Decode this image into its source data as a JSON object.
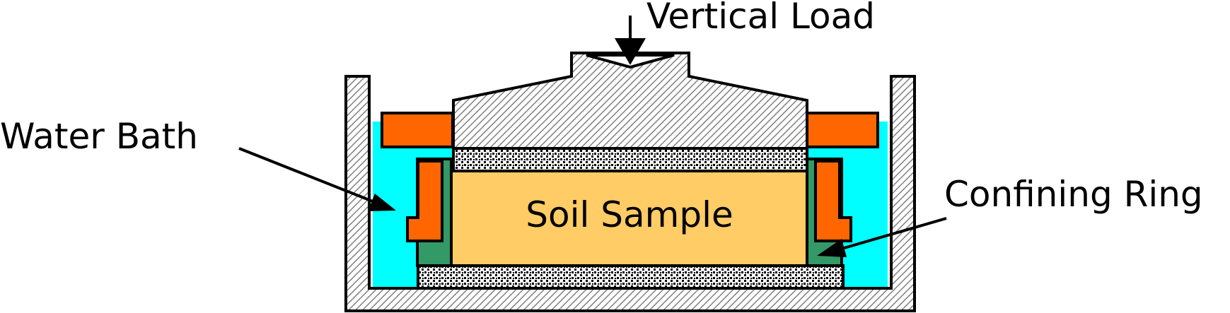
{
  "labels": {
    "vertical_load": "Vertical Load",
    "water_bath": "Water Bath",
    "confining_ring": "Confining Ring",
    "soil_sample": "Soil Sample"
  },
  "colors": {
    "water": "#00FFFF",
    "soil": "#FFCC66",
    "ring": "#339966",
    "clamp": "#FF6600",
    "hatch_line": "#808080",
    "porous_stone_dots": "#000000"
  },
  "icons": {
    "load_arrow": "arrow-down-icon"
  }
}
